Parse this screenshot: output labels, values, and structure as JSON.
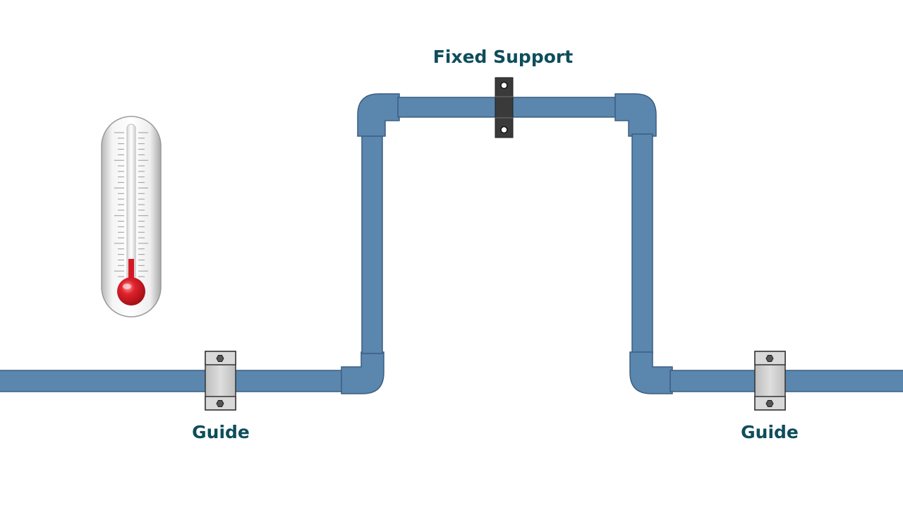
{
  "labels": {
    "fixed_support": "Fixed Support",
    "guide_left": "Guide",
    "guide_right": "Guide"
  },
  "colors": {
    "label_text": "#0e4d5c",
    "pipe_fill": "#5b86ae",
    "pipe_stroke": "#3b5f80",
    "fixed_support": "#3a3a3a",
    "guide_body": "#c9c9c9",
    "thermometer_mercury": "#d21a24"
  },
  "thermometer": {
    "level": 0.18
  }
}
